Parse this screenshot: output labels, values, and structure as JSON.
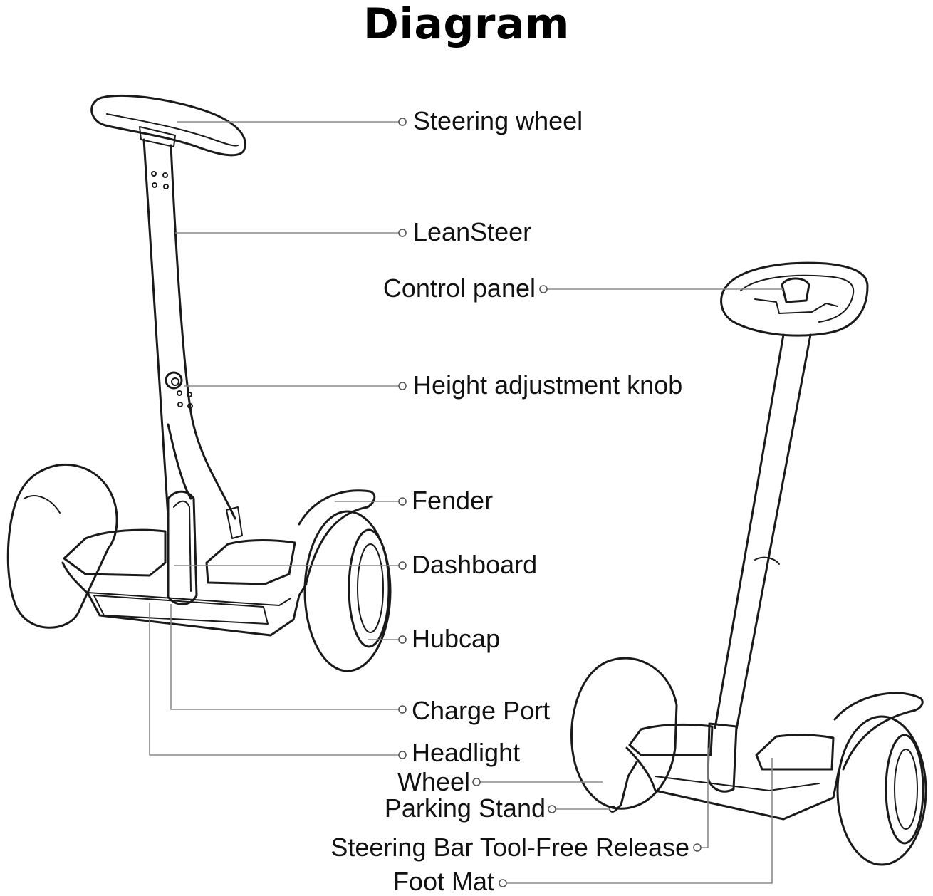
{
  "title": "Diagram",
  "colors": {
    "ink": "#111111",
    "leader": "#8a8a8a",
    "background": "#ffffff"
  },
  "labels": {
    "steering_wheel": "Steering wheel",
    "leansteer": "LeanSteer",
    "control_panel": "Control panel",
    "height_adjustment_knob": "Height adjustment knob",
    "fender": "Fender",
    "dashboard": "Dashboard",
    "hubcap": "Hubcap",
    "charge_port": "Charge Port",
    "headlight": "Headlight",
    "wheel": "Wheel",
    "parking_stand": "Parking Stand",
    "steering_bar_release": "Steering Bar Tool-Free Release",
    "foot_mat": "Foot Mat"
  }
}
